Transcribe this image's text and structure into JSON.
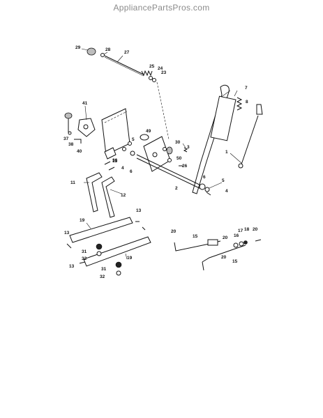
{
  "watermark": "AppliancePartsPros.com",
  "part_labels": {
    "l29": "29",
    "l28": "28",
    "l27": "27",
    "l25": "25",
    "l24": "24",
    "l23": "23",
    "l7": "7",
    "l8": "8",
    "l41": "41",
    "l49": "49",
    "l5a": "5",
    "l30": "30",
    "l3": "3",
    "l1": "1",
    "l37": "37",
    "l38": "38",
    "l40": "40",
    "l36": "36",
    "l4a": "4",
    "l6a": "6",
    "l50": "50",
    "l26": "26",
    "l13a": "13",
    "l11": "11",
    "l12": "12",
    "l2": "2",
    "l6b": "6",
    "l5b": "5",
    "l4b": "4",
    "l13b": "13",
    "l19a": "19",
    "l13c": "13",
    "l31a": "31",
    "l32a": "32",
    "l13d": "13",
    "l31b": "31",
    "l19b": "19",
    "l32b": "32",
    "l20a": "20",
    "l15a": "15",
    "l20b": "20",
    "l16": "16",
    "l17": "17",
    "l18": "18",
    "l20c": "20",
    "l20d": "20",
    "l15b": "15"
  }
}
